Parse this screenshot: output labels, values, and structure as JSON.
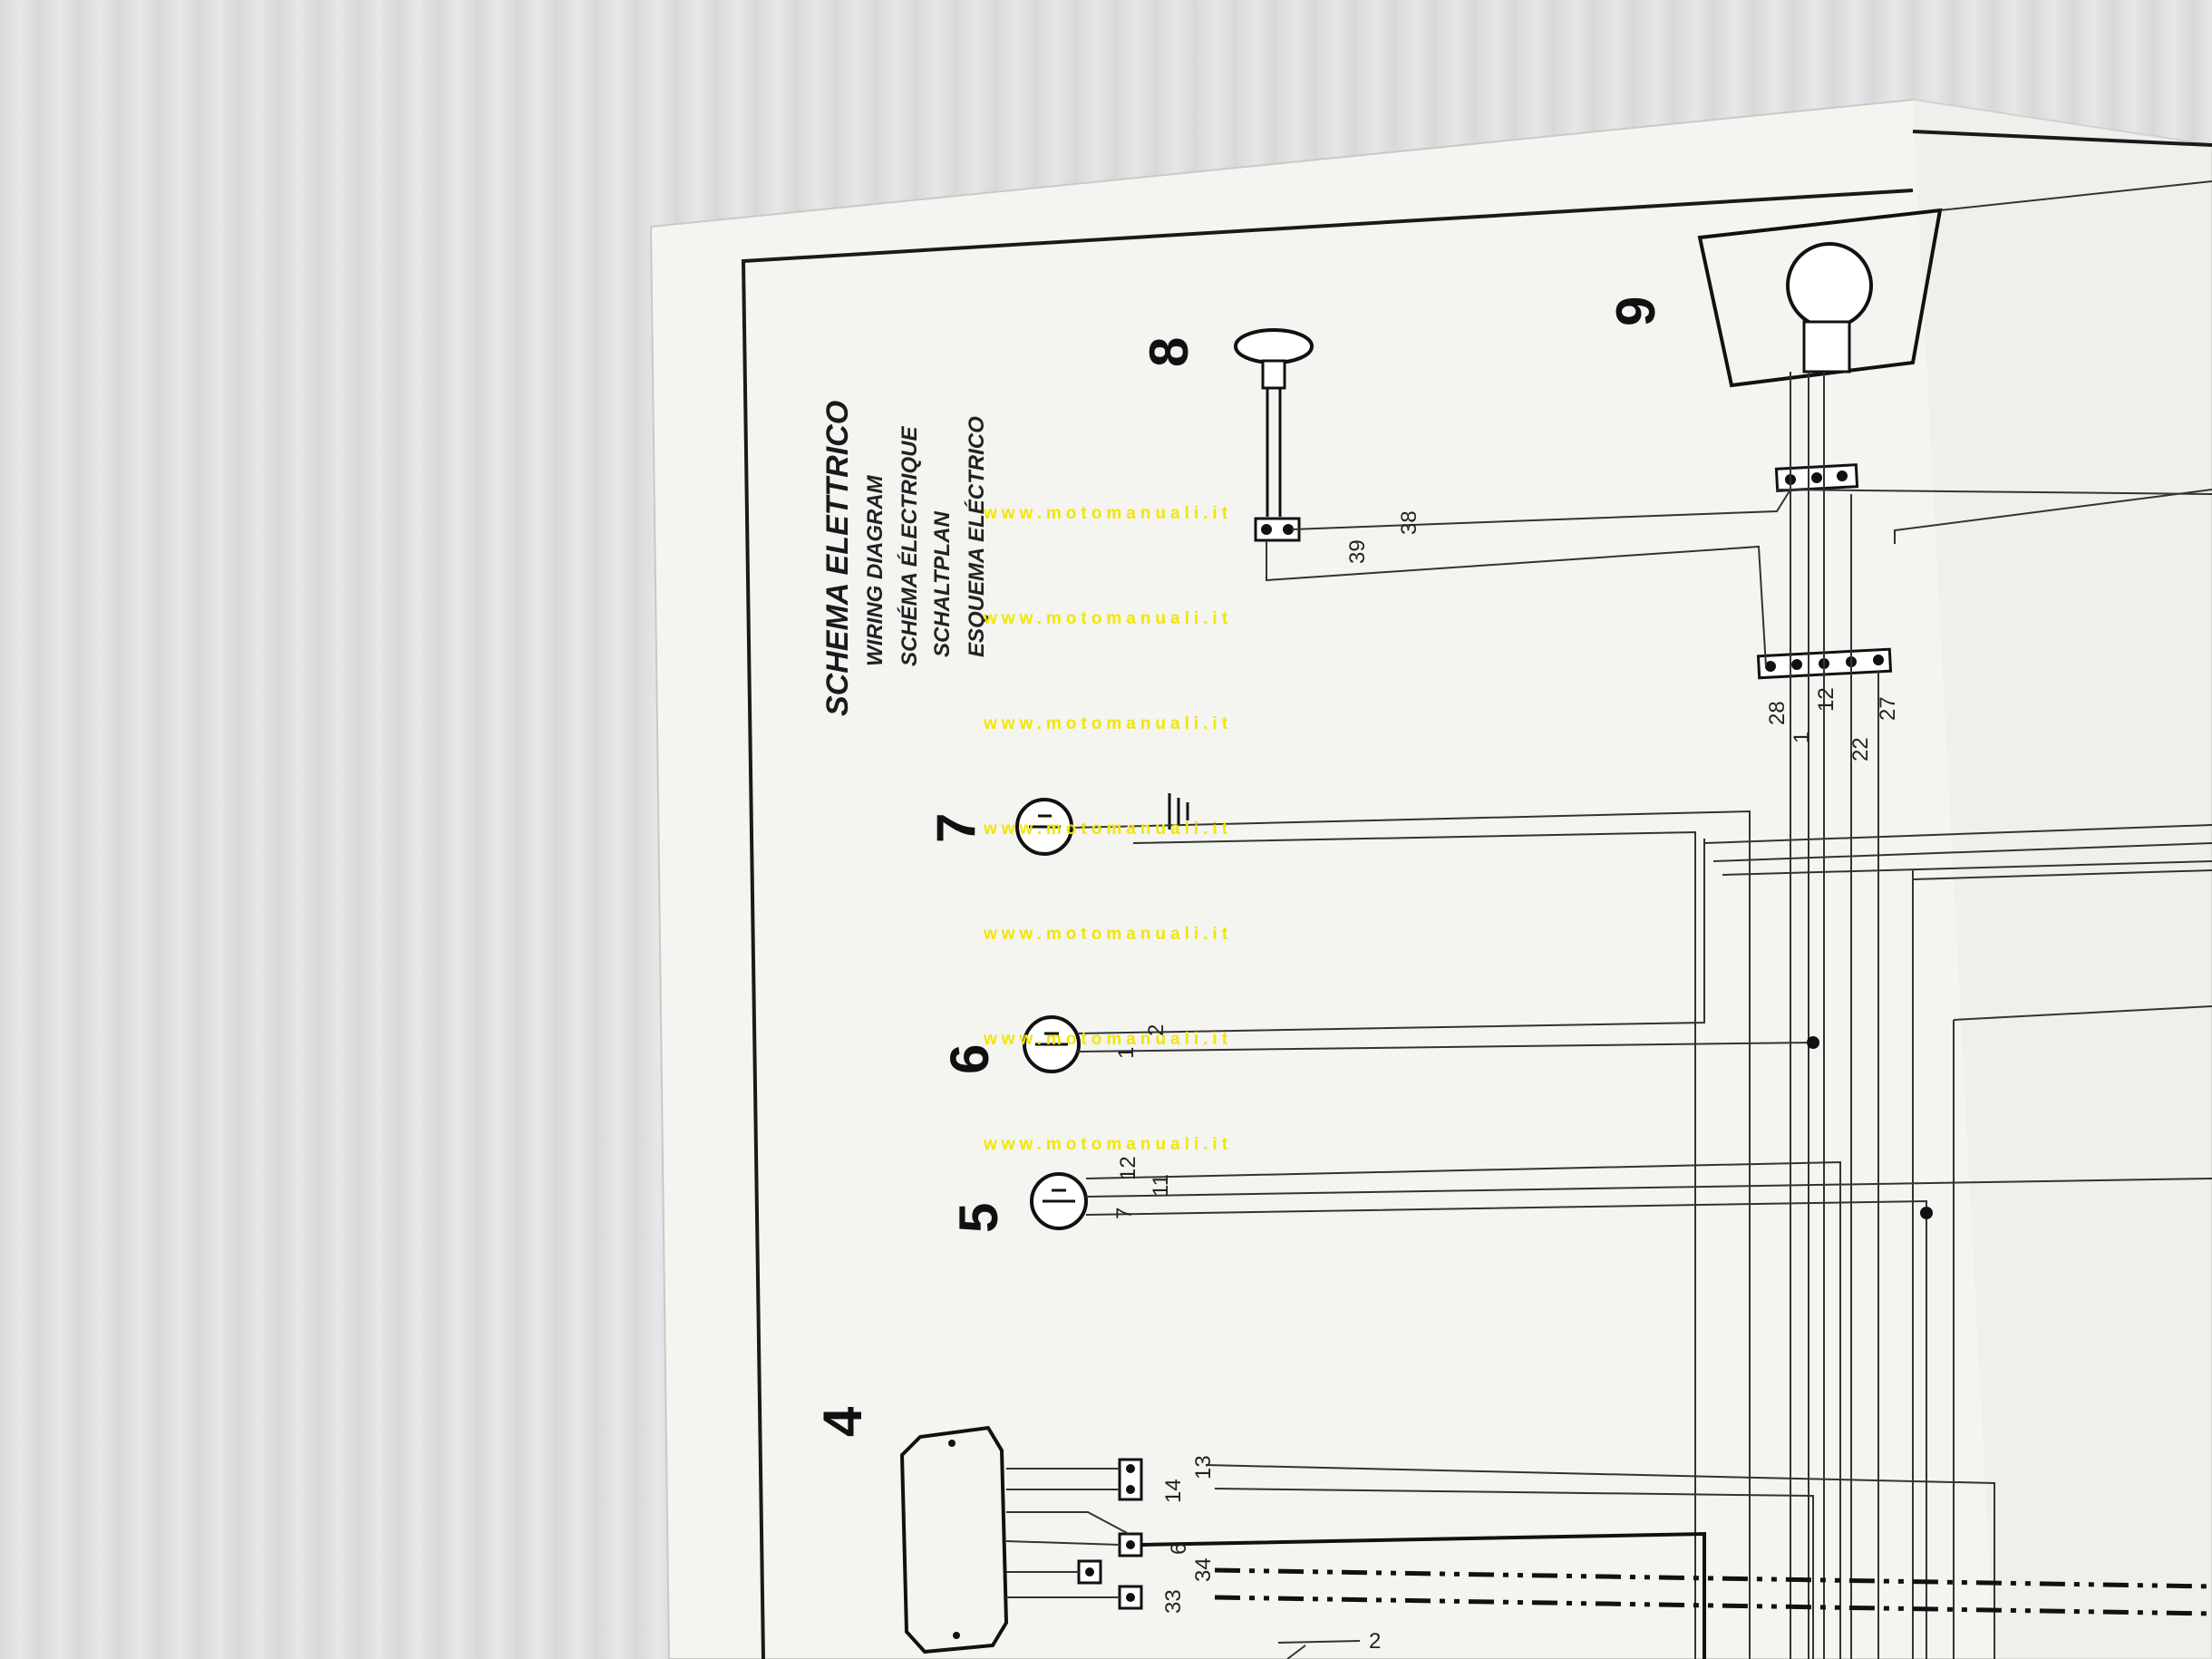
{
  "title": {
    "main": "SCHEMA ELETTRICO",
    "lines": [
      "WIRING DIAGRAM",
      "SCHÉMA ÉLECTRIQUE",
      "SCHALTPLAN",
      "ESQUEMA ELÉCTRICO"
    ]
  },
  "watermark": "www.motomanuali.it",
  "components": [
    "4",
    "5",
    "6",
    "7",
    "8",
    "9"
  ],
  "wire_labels": {
    "c8": [
      "38",
      "39"
    ],
    "c9": [
      "28",
      "1",
      "12",
      "22",
      "27"
    ],
    "c6": [
      "2",
      "1"
    ],
    "c5": [
      "12",
      "11",
      "7"
    ],
    "c4": [
      "13",
      "14",
      "6",
      "34",
      "33"
    ],
    "c4b": [
      "2"
    ]
  }
}
